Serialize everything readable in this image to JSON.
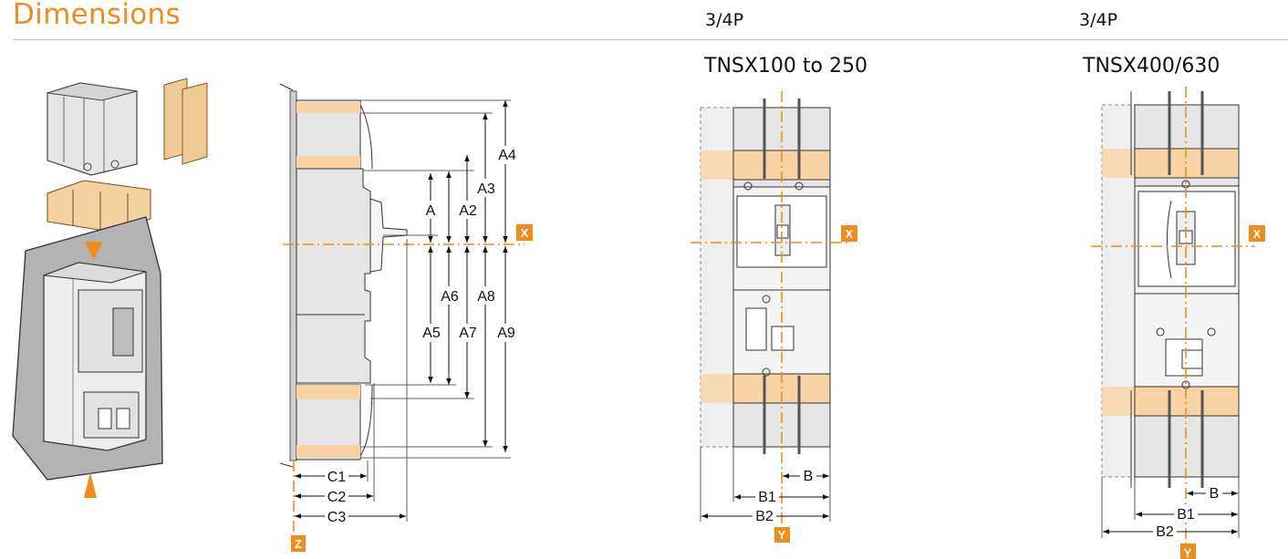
{
  "page": {
    "title": "Dimensions",
    "variant_left": "3/4P",
    "variant_right": "3/4P",
    "model_left": "TNSX100 to 250",
    "model_right": "TNSX400/630"
  },
  "side_view_labels": {
    "vertical": [
      "A",
      "A2",
      "A3",
      "A4",
      "A5",
      "A6",
      "A7",
      "A8",
      "A9"
    ],
    "horizontal": [
      "C1",
      "C2",
      "C3"
    ],
    "axis_x": "X",
    "axis_z": "Z"
  },
  "front_view_left_labels": {
    "b": "B",
    "b1": "B1",
    "b2": "B2",
    "axis_x": "X",
    "axis_y": "Y"
  },
  "front_view_right_labels": {
    "b": "B",
    "b1": "B1",
    "b2": "B2",
    "axis_x": "X",
    "axis_y": "Y"
  },
  "colors": {
    "accent": "#f08c1e",
    "terminal": "#f7d3a6",
    "body": "#e6e6e6",
    "line": "#111111"
  }
}
